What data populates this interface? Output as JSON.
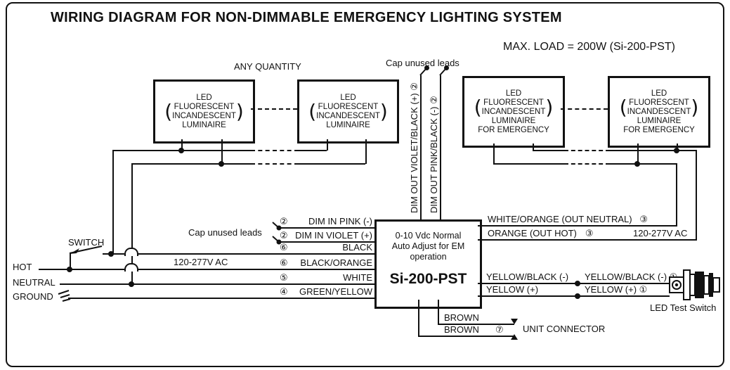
{
  "title": "WIRING DIAGRAM FOR NON-DIMMABLE EMERGENCY LIGHTING SYSTEM",
  "annotations": {
    "max_load": "MAX. LOAD = 200W (Si-200-PST)",
    "any_quantity": "ANY QUANTITY",
    "cap_unused_leads_top": "Cap unused leads",
    "cap_unused_leads_left": "Cap unused leads",
    "voltage_left": "120-277V AC",
    "voltage_right": "120-277V AC",
    "switch": "SWITCH",
    "unit_connector": "UNIT CONNECTOR",
    "led_test_switch": "LED Test Switch",
    "paren_open": "(",
    "paren_close": ")"
  },
  "supply": {
    "hot": "HOT",
    "neutral": "NEUTRAL",
    "ground": "GROUND"
  },
  "luminaire_normal": {
    "line1": "LED",
    "line2": "FLUORESCENT",
    "line3": "INCANDESCENT",
    "line4": "LUMINAIRE"
  },
  "luminaire_emergency": {
    "line1": "LED",
    "line2": "FLUORESCENT",
    "line3": "INCANDESCENT",
    "line4": "LUMINAIRE",
    "line5": "FOR EMERGENCY"
  },
  "controller": {
    "desc1": "0-10 Vdc Normal",
    "desc2": "Auto Adjust for EM",
    "desc3": "operation",
    "model": "Si-200-PST"
  },
  "wires_left": [
    {
      "num": "②",
      "label": "DIM IN PINK (-)"
    },
    {
      "num": "②",
      "label": "DIM IN VIOLET (+)"
    },
    {
      "num": "⑥",
      "label": "BLACK"
    },
    {
      "num": "⑥",
      "label": "BLACK/ORANGE"
    },
    {
      "num": "⑤",
      "label": "WHITE"
    },
    {
      "num": "④",
      "label": "GREEN/YELLOW"
    }
  ],
  "wires_top": [
    {
      "label": "DIM OUT VIOLET/BLACK (+)",
      "num": "②"
    },
    {
      "label": "DIM OUT PINK/BLACK (-)",
      "num": "②"
    }
  ],
  "wires_right": {
    "out_neutral_label": "WHITE/ORANGE (OUT NEUTRAL)",
    "out_neutral_num": "③",
    "out_hot_label": "ORANGE (OUT HOT)",
    "out_hot_num": "③",
    "yellow_black_left": "YELLOW/BLACK (-)",
    "yellow_left": "YELLOW (+)",
    "yellow_black_right": "YELLOW/BLACK (-) ①",
    "yellow_right": "YELLOW (+) ①"
  },
  "wires_bottom": {
    "brown_top": "BROWN",
    "brown_bottom": "BROWN",
    "num": "⑦"
  }
}
